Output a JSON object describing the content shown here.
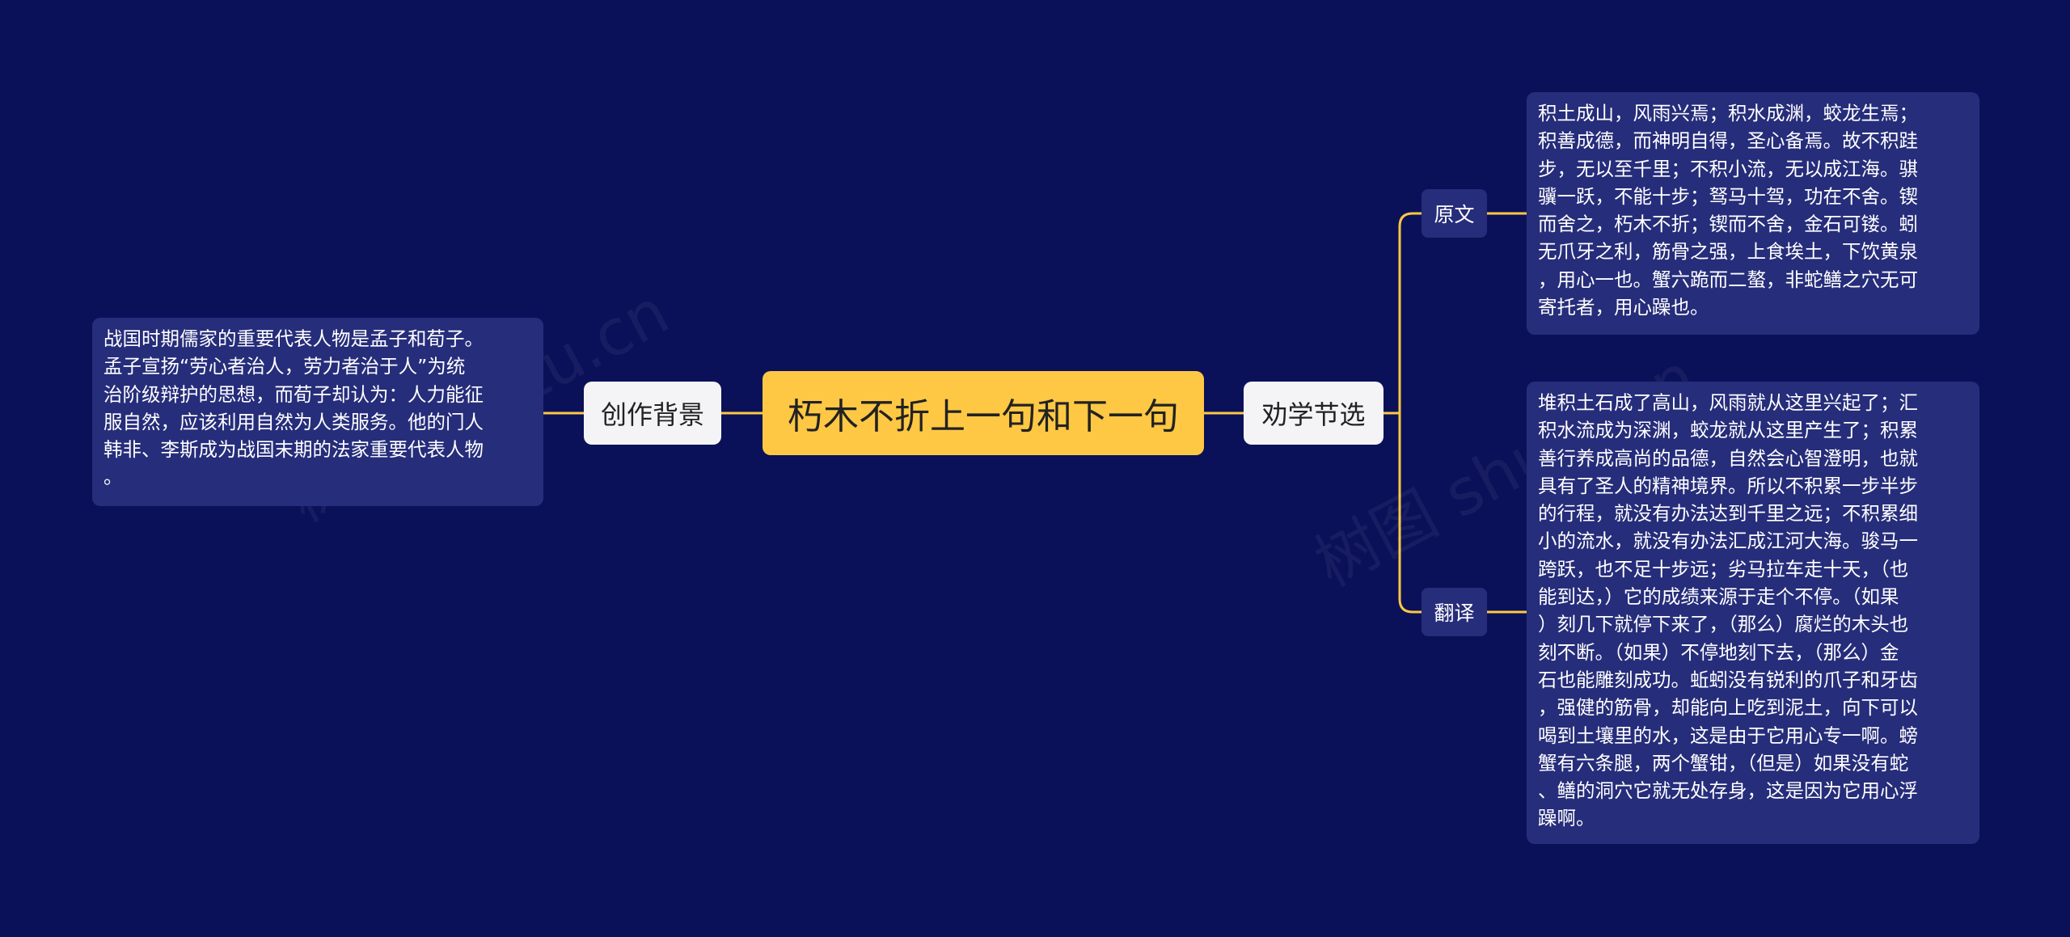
{
  "colors": {
    "background": "#0b1158",
    "connector": "#fec844",
    "root_fill": "#fec844",
    "branch_fill": "#f4f4f6",
    "leaf_fill": "#262d7a"
  },
  "root": {
    "label": "朽木不折上一句和下一句"
  },
  "left_branch": {
    "label": "创作背景",
    "text": "战国时期儒家的重要代表人物是孟子和荀子。\n孟子宣扬“劳心者治人，劳力者治于人”为统\n治阶级辩护的思想，而荀子却认为：人力能征\n服自然，应该利用自然为人类服务。他的门人\n韩非、李斯成为战国末期的法家重要代表人物\n。"
  },
  "right_branch": {
    "label": "劝学节选",
    "children": [
      {
        "label": "原文",
        "text": "积土成山，风雨兴焉；积水成渊，蛟龙生焉；\n积善成德，而神明自得，圣心备焉。故不积跬\n步，无以至千里；不积小流，无以成江海。骐\n骥一跃，不能十步；驽马十驾，功在不舍。锲\n而舍之，朽木不折；锲而不舍，金石可镂。蚓\n无爪牙之利，筋骨之强，上食埃土，下饮黄泉\n，用心一也。蟹六跪而二螯，非蛇鳝之穴无可\n寄托者，用心躁也。"
      },
      {
        "label": "翻译",
        "text": "堆积土石成了高山，风雨就从这里兴起了；汇\n积水流成为深渊，蛟龙就从这里产生了；积累\n善行养成高尚的品德，自然会心智澄明，也就\n具有了圣人的精神境界。所以不积累一步半步\n的行程，就没有办法达到千里之远；不积累细\n小的流水，就没有办法汇成江河大海。骏马一\n跨跃，也不足十步远；劣马拉车走十天，（也\n能到达，）它的成绩来源于走个不停。（如果\n）刻几下就停下来了，（那么）腐烂的木头也\n刻不断。（如果）不停地刻下去，（那么）金\n石也能雕刻成功。蚯蚓没有锐利的爪子和牙齿\n，强健的筋骨，却能向上吃到泥土，向下可以\n喝到土壤里的水，这是由于它用心专一啊。螃\n蟹有六条腿，两个蟹钳，（但是）如果没有蛇\n、鳝的洞穴它就无处存身，这是因为它用心浮\n躁啊。"
      }
    ]
  },
  "watermark": "树图 shutu.cn"
}
